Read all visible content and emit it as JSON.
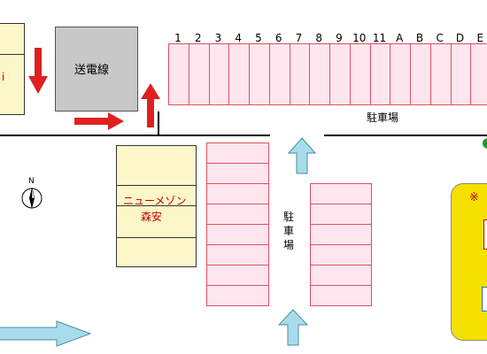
{
  "map": {
    "tower_label": "送電線",
    "parking_top_label": "駐車場",
    "parking_middle_label": [
      "駐",
      "車",
      "場"
    ],
    "building_name_line1": "ニューメゾン",
    "building_name_line2": "森安",
    "left_bldg_fragment": "i",
    "right_panel_fragment": "※",
    "compass_letter": "N",
    "top_row_slots": [
      "1",
      "2",
      "3",
      "4",
      "5",
      "6",
      "7",
      "8",
      "9",
      "10",
      "11",
      "A",
      "B",
      "C",
      "D",
      "E"
    ],
    "colors": {
      "slot_fill": "#ffe6ee",
      "slot_border": "#e05060",
      "building_fill": "#fdf6c8",
      "tower_fill": "#c8c8c8",
      "red_arrow": "#e02020",
      "blue_arrow": "#a8dcea",
      "yellow_panel": "#f5e000",
      "building_text_red": "#c00000"
    }
  }
}
